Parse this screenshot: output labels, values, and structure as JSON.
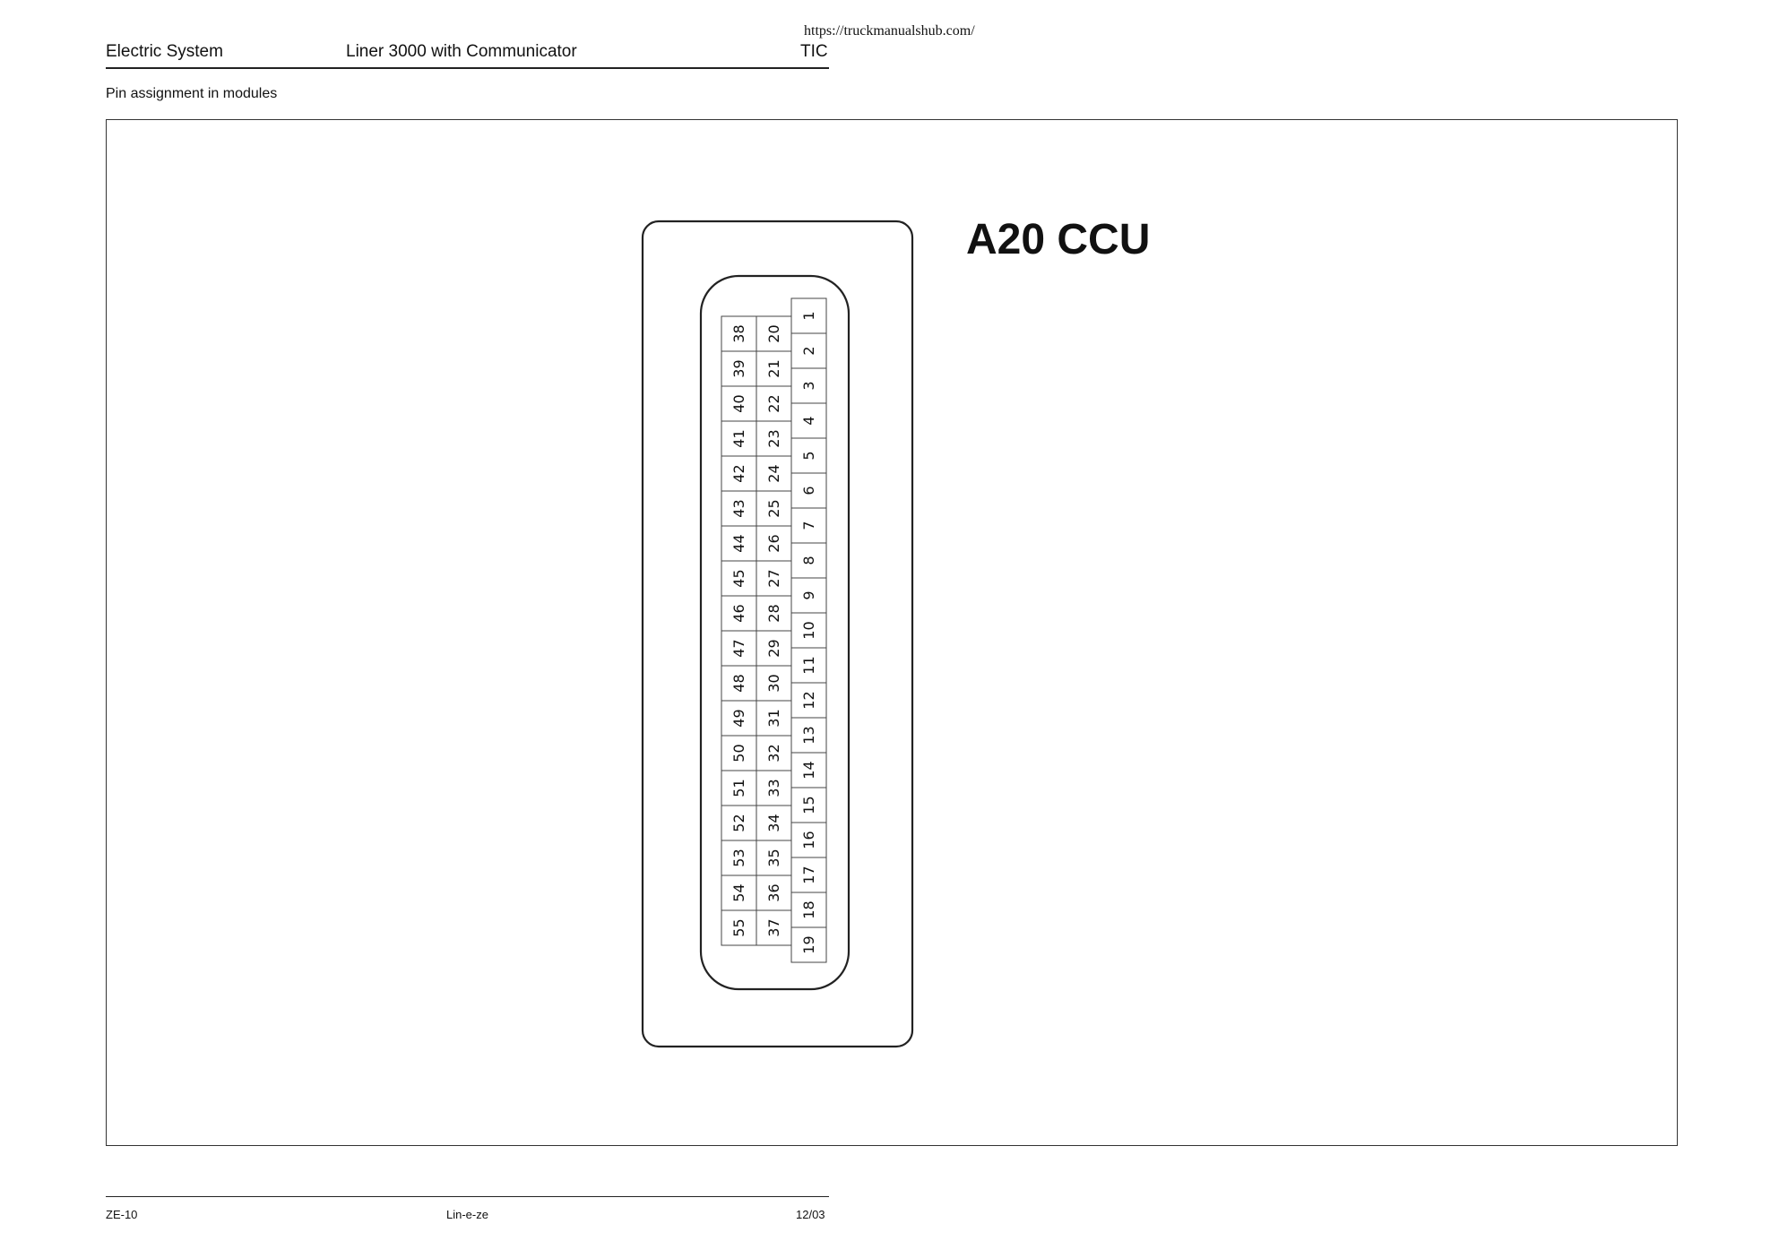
{
  "header": {
    "section": "Electric System",
    "model": "Liner 3000 with Communicator",
    "code": "TIC",
    "url": "https://truckmanualshub.com/"
  },
  "subtitle": "Pin assignment in modules",
  "module_title": "A20 CCU",
  "connector": {
    "row_outer": [
      "1",
      "2",
      "3",
      "4",
      "5",
      "6",
      "7",
      "8",
      "9",
      "10",
      "11",
      "12",
      "13",
      "14",
      "15",
      "16",
      "17",
      "18",
      "19"
    ],
    "row_middle": [
      "20",
      "21",
      "22",
      "23",
      "24",
      "25",
      "26",
      "27",
      "28",
      "29",
      "30",
      "31",
      "32",
      "33",
      "34",
      "35",
      "36",
      "37"
    ],
    "row_inner": [
      "38",
      "39",
      "40",
      "41",
      "42",
      "43",
      "44",
      "45",
      "46",
      "47",
      "48",
      "49",
      "50",
      "51",
      "52",
      "53",
      "54",
      "55"
    ]
  },
  "footer": {
    "page": "ZE-10",
    "doc": "Lin-e-ze",
    "date": "12/03"
  }
}
